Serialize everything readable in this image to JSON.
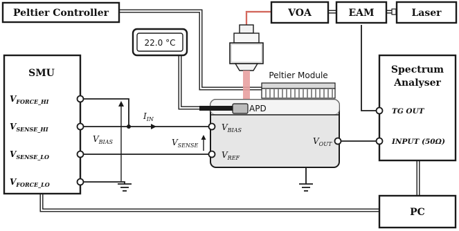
{
  "boxes": {
    "peltier_controller": "Peltier Controller",
    "voa": "VOA",
    "eam": "EAM",
    "laser": "Laser",
    "smu": "SMU",
    "spectrum_line1": "Spectrum",
    "spectrum_line2": "Analyser",
    "pc": "PC",
    "thermometer": "22.0 °C",
    "peltier_module": "Peltier Module",
    "apd": "APD"
  },
  "smu_ports": [
    {
      "main": "V",
      "sub": "FORCE_HI"
    },
    {
      "main": "V",
      "sub": "SENSE_HI"
    },
    {
      "main": "V",
      "sub": "SENSE_LO"
    },
    {
      "main": "V",
      "sub": "FORCE_LO"
    }
  ],
  "spectrum_ports": {
    "tg_out": "TG OUT",
    "input": "INPUT (50Ω)"
  },
  "signals": {
    "v_bias": {
      "main": "V",
      "sub": "BIAS"
    },
    "v_sense": {
      "main": "V",
      "sub": "SENSE"
    },
    "i_in": {
      "main": "I",
      "sub": "IN"
    },
    "apd_vbias": {
      "main": "V",
      "sub": "BIAS"
    },
    "apd_vref": {
      "main": "V",
      "sub": "REF"
    },
    "v_out": {
      "main": "V",
      "sub": "OUT"
    }
  },
  "colors": {
    "beam": "#e8a0a0",
    "fiber": "#c0392b",
    "apd_box": "#e6e6e6",
    "peltier": "#d9d9d9"
  }
}
